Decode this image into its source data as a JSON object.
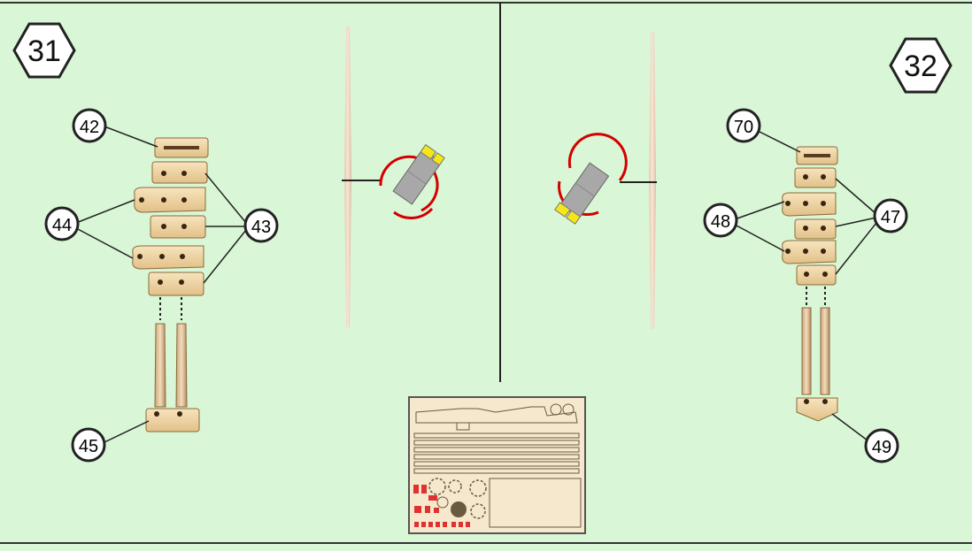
{
  "steps": [
    {
      "number": "31"
    },
    {
      "number": "32"
    }
  ],
  "callouts": {
    "c42": "42",
    "c43": "43",
    "c44": "44",
    "c45": "45",
    "c70": "70",
    "c47": "47",
    "c48": "48",
    "c49": "49"
  },
  "colors": {
    "background": "#d9f7d6",
    "wood": "#f2d9a6",
    "wood_edge": "#8a6a3a",
    "rotation_arrow": "#d40000",
    "highlight": "#f5e61a",
    "sheet_parts_red": "#e03030"
  }
}
